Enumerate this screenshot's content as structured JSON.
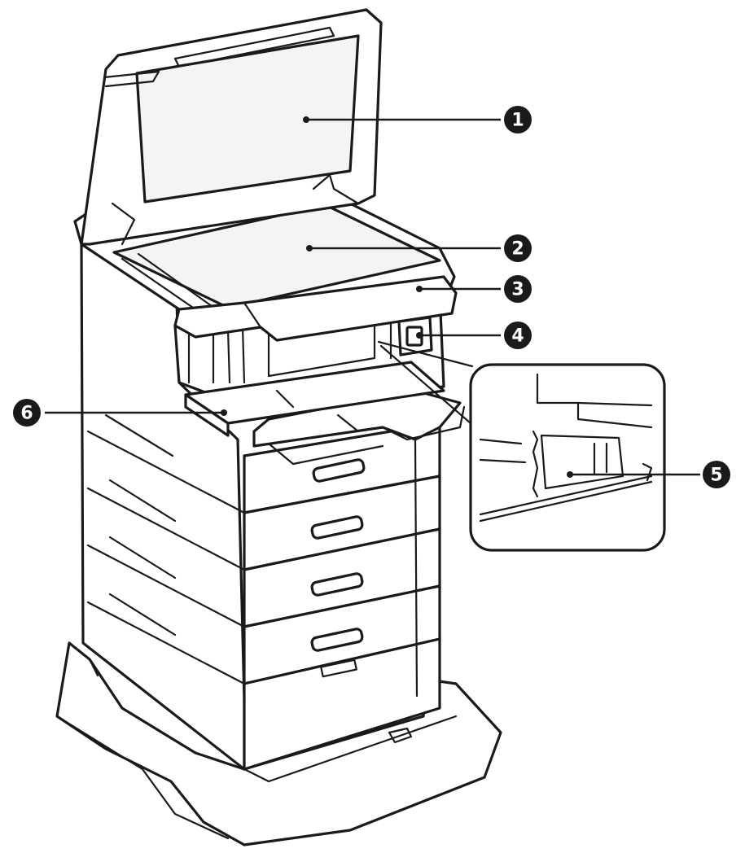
{
  "figure": {
    "subject": "printer-with-optional-paper-cassettes-and-cabinet",
    "callouts": [
      {
        "id": "callout-1",
        "number": "1",
        "part": "document-cover"
      },
      {
        "id": "callout-2",
        "number": "2",
        "part": "scanner-glass"
      },
      {
        "id": "callout-3",
        "number": "3",
        "part": "control-panel"
      },
      {
        "id": "callout-4",
        "number": "4",
        "part": "usb-port"
      },
      {
        "id": "callout-5",
        "number": "5",
        "part": "paper-stopper"
      },
      {
        "id": "callout-6",
        "number": "6",
        "part": "output-tray"
      }
    ]
  }
}
